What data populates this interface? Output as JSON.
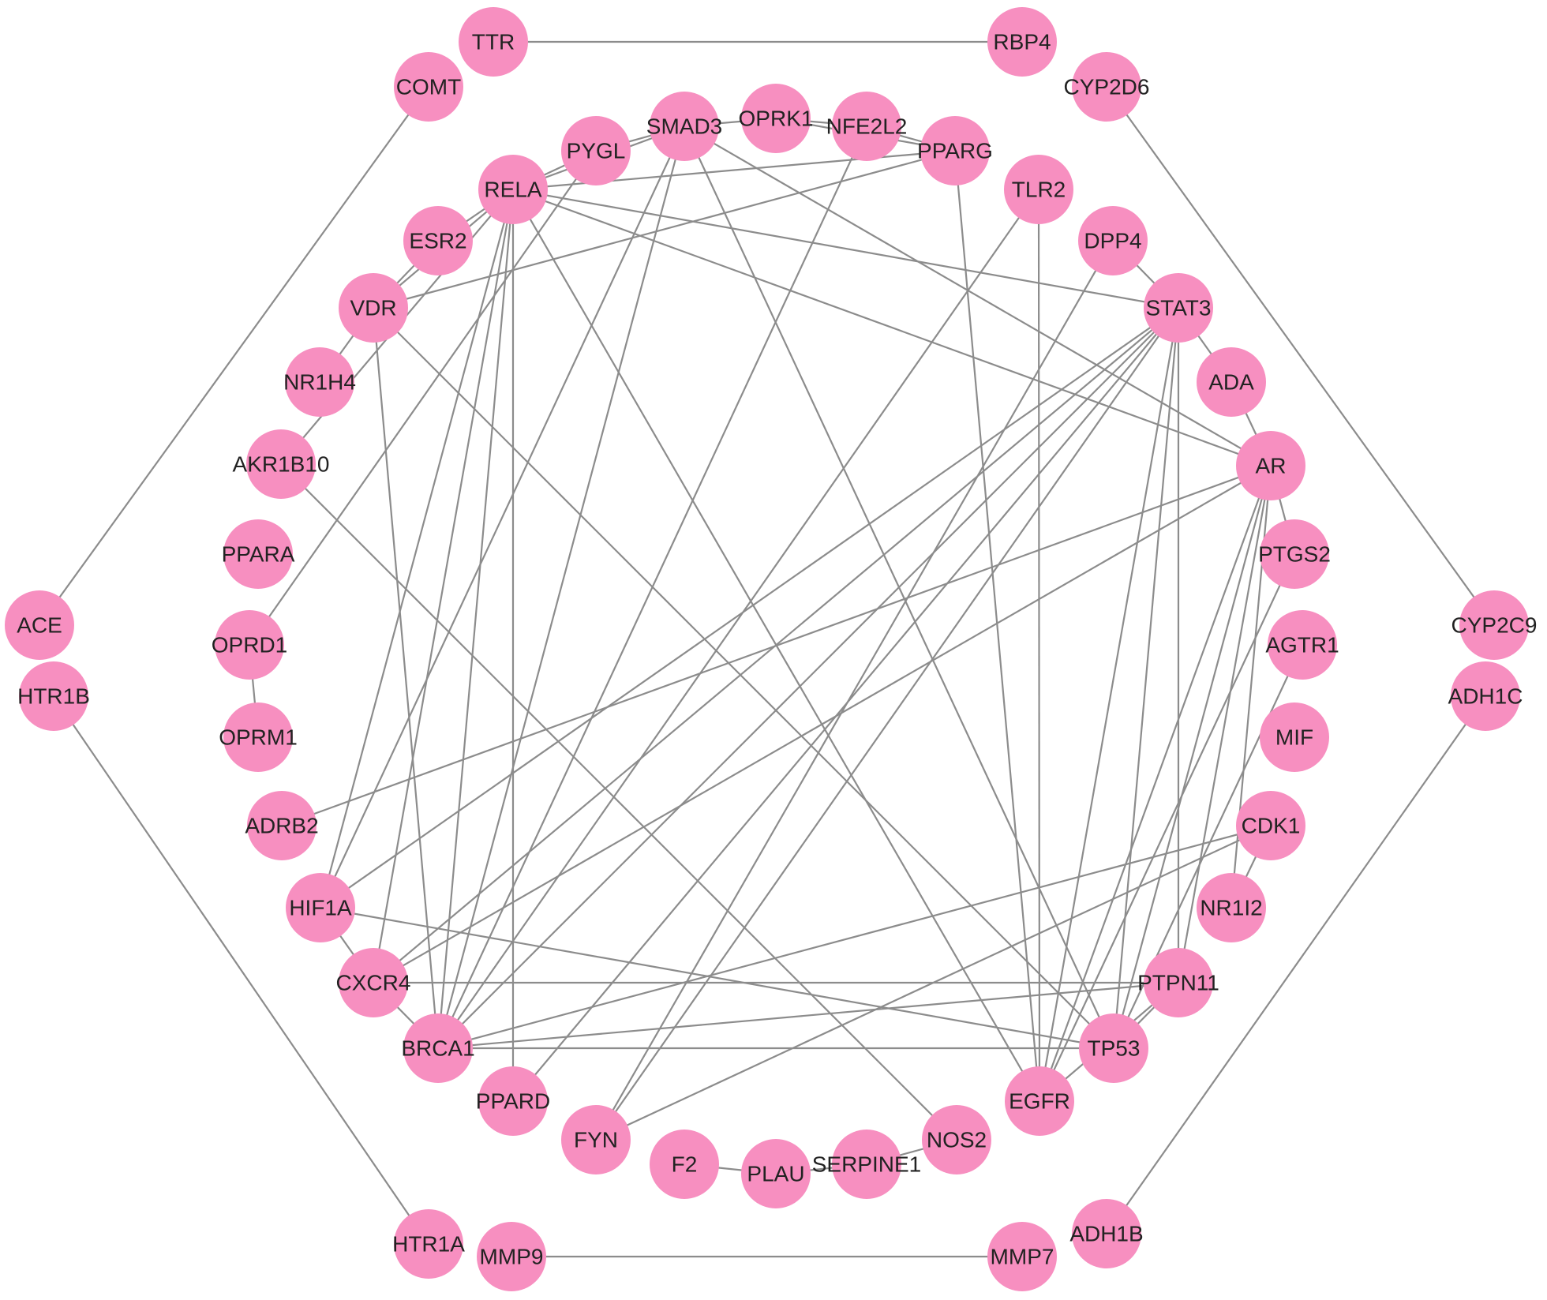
{
  "network": {
    "node_color": "#f78fc0",
    "edge_color": "#8c8c8c",
    "nodes": [
      "TTR",
      "RBP4",
      "COMT",
      "CYP2D6",
      "SMAD3",
      "OPRK1",
      "NFE2L2",
      "PYGL",
      "PPARG",
      "RELA",
      "TLR2",
      "ESR2",
      "DPP4",
      "VDR",
      "STAT3",
      "NR1H4",
      "ADA",
      "AKR1B10",
      "AR",
      "PPARA",
      "PTGS2",
      "ACE",
      "CYP2C9",
      "OPRD1",
      "AGTR1",
      "HTR1B",
      "ADH1C",
      "OPRM1",
      "MIF",
      "ADRB2",
      "CDK1",
      "HIF1A",
      "NR1I2",
      "CXCR4",
      "PTPN11",
      "BRCA1",
      "TP53",
      "PPARD",
      "EGFR",
      "FYN",
      "NOS2",
      "F2",
      "PLAU",
      "SERPINE1",
      "HTR1A",
      "MMP9",
      "ADH1B",
      "MMP7"
    ],
    "edges": [
      [
        "TTR",
        "RBP4"
      ],
      [
        "COMT",
        "ACE"
      ],
      [
        "CYP2D6",
        "CYP2C9"
      ],
      [
        "HTR1B",
        "HTR1A"
      ],
      [
        "ADH1C",
        "ADH1B"
      ],
      [
        "MMP9",
        "MMP7"
      ],
      [
        "F2",
        "PLAU"
      ],
      [
        "PLAU",
        "SERPINE1"
      ],
      [
        "SERPINE1",
        "NOS2"
      ],
      [
        "OPRD1",
        "OPRM1"
      ],
      [
        "SMAD3",
        "PYGL"
      ],
      [
        "SMAD3",
        "RELA"
      ],
      [
        "PYGL",
        "RELA"
      ],
      [
        "SMAD3",
        "OPRK1"
      ],
      [
        "OPRK1",
        "NFE2L2"
      ],
      [
        "NFE2L2",
        "PPARG"
      ],
      [
        "OPRK1",
        "PPARG"
      ],
      [
        "RELA",
        "ESR2"
      ],
      [
        "RELA",
        "VDR"
      ],
      [
        "ESR2",
        "VDR"
      ],
      [
        "VDR",
        "NR1H4"
      ],
      [
        "PPARG",
        "RELA"
      ],
      [
        "PPARG",
        "VDR"
      ],
      [
        "RELA",
        "STAT3"
      ],
      [
        "RELA",
        "AR"
      ],
      [
        "RELA",
        "EGFR"
      ],
      [
        "RELA",
        "HIF1A"
      ],
      [
        "RELA",
        "BRCA1"
      ],
      [
        "RELA",
        "CXCR4"
      ],
      [
        "RELA",
        "PPARD"
      ],
      [
        "RELA",
        "AKR1B10"
      ],
      [
        "SMAD3",
        "TP53"
      ],
      [
        "SMAD3",
        "AR"
      ],
      [
        "SMAD3",
        "BRCA1"
      ],
      [
        "SMAD3",
        "HIF1A"
      ],
      [
        "PYGL",
        "OPRD1"
      ],
      [
        "NFE2L2",
        "BRCA1"
      ],
      [
        "PPARG",
        "EGFR"
      ],
      [
        "TLR2",
        "EGFR"
      ],
      [
        "TLR2",
        "BRCA1"
      ],
      [
        "DPP4",
        "STAT3"
      ],
      [
        "DPP4",
        "FYN"
      ],
      [
        "STAT3",
        "ADA"
      ],
      [
        "ADA",
        "AR"
      ],
      [
        "STAT3",
        "HIF1A"
      ],
      [
        "STAT3",
        "CXCR4"
      ],
      [
        "STAT3",
        "BRCA1"
      ],
      [
        "STAT3",
        "PPARD"
      ],
      [
        "STAT3",
        "FYN"
      ],
      [
        "STAT3",
        "EGFR"
      ],
      [
        "STAT3",
        "TP53"
      ],
      [
        "STAT3",
        "PTPN11"
      ],
      [
        "AR",
        "ADRB2"
      ],
      [
        "AR",
        "PTGS2"
      ],
      [
        "AR",
        "CXCR4"
      ],
      [
        "AR",
        "EGFR"
      ],
      [
        "AR",
        "TP53"
      ],
      [
        "AR",
        "PTPN11"
      ],
      [
        "AR",
        "NR1I2"
      ],
      [
        "AGTR1",
        "TP53"
      ],
      [
        "PTGS2",
        "EGFR"
      ],
      [
        "CDK1",
        "BRCA1"
      ],
      [
        "CDK1",
        "NR1I2"
      ],
      [
        "CDK1",
        "FYN"
      ],
      [
        "VDR",
        "TP53"
      ],
      [
        "AKR1B10",
        "NOS2"
      ],
      [
        "HIF1A",
        "TP53"
      ],
      [
        "HIF1A",
        "CXCR4"
      ],
      [
        "CXCR4",
        "BRCA1"
      ],
      [
        "CXCR4",
        "PTPN11"
      ],
      [
        "BRCA1",
        "TP53"
      ],
      [
        "PTPN11",
        "TP53"
      ],
      [
        "PTPN11",
        "BRCA1"
      ],
      [
        "PTPN11",
        "EGFR"
      ],
      [
        "VDR",
        "BRCA1"
      ]
    ]
  }
}
